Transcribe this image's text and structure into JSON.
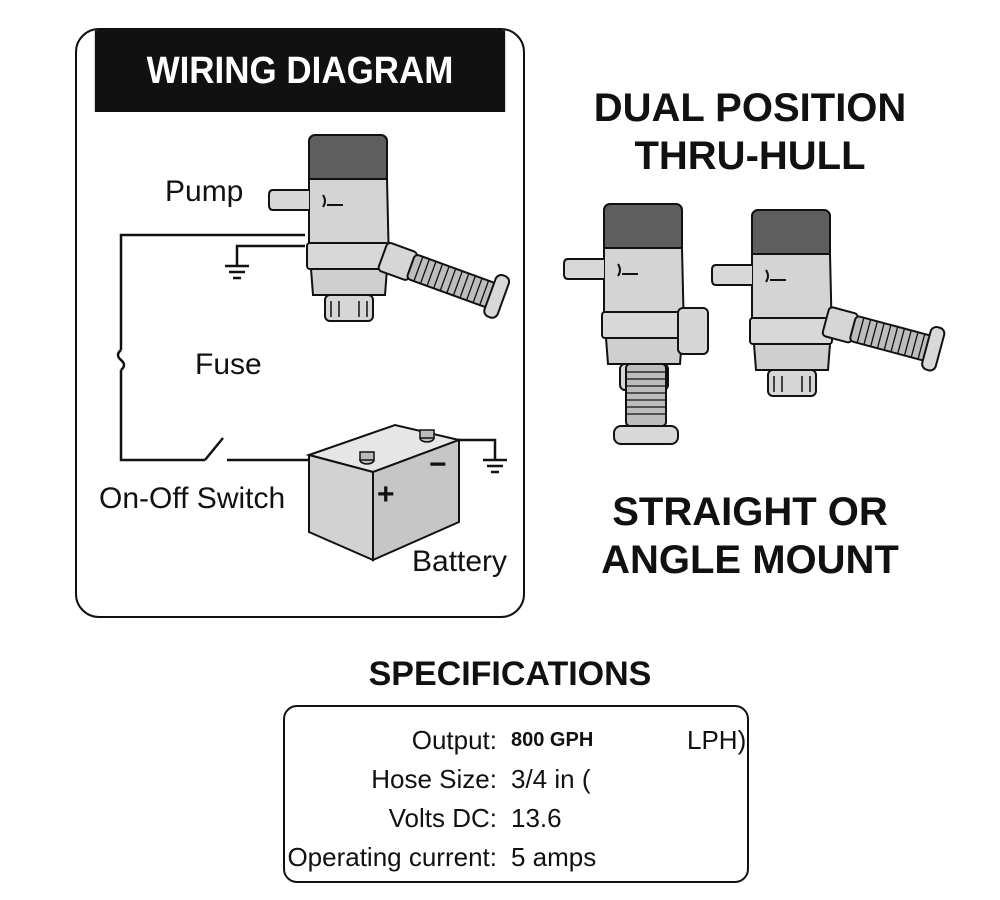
{
  "wiring": {
    "title": "WIRING DIAGRAM",
    "labels": {
      "pump": "Pump",
      "fuse": "Fuse",
      "switch": "On-Off Switch",
      "battery": "Battery",
      "positive": "+",
      "negative": "−"
    }
  },
  "mounts": {
    "dual_title_line1": "DUAL POSITION",
    "dual_title_line2": "THRU-HULL",
    "straight_title_line1": "STRAIGHT OR",
    "straight_title_line2": "ANGLE MOUNT"
  },
  "specs": {
    "title": "SPECIFICATIONS",
    "rows": [
      {
        "label": "Output:",
        "value": "800 GPH",
        "extra": "LPH)"
      },
      {
        "label": "Hose Size:",
        "value": "3/4 in (",
        "extra": ""
      },
      {
        "label": "Volts DC:",
        "value": "13.6",
        "extra": ""
      },
      {
        "label": "Operating current:",
        "value": "5 amps",
        "extra": ""
      }
    ]
  },
  "colors": {
    "ink": "#111111",
    "pump_body": "#d4d4d4",
    "pump_cap": "#5a5a5a",
    "battery_body": "#cfcfcf"
  }
}
